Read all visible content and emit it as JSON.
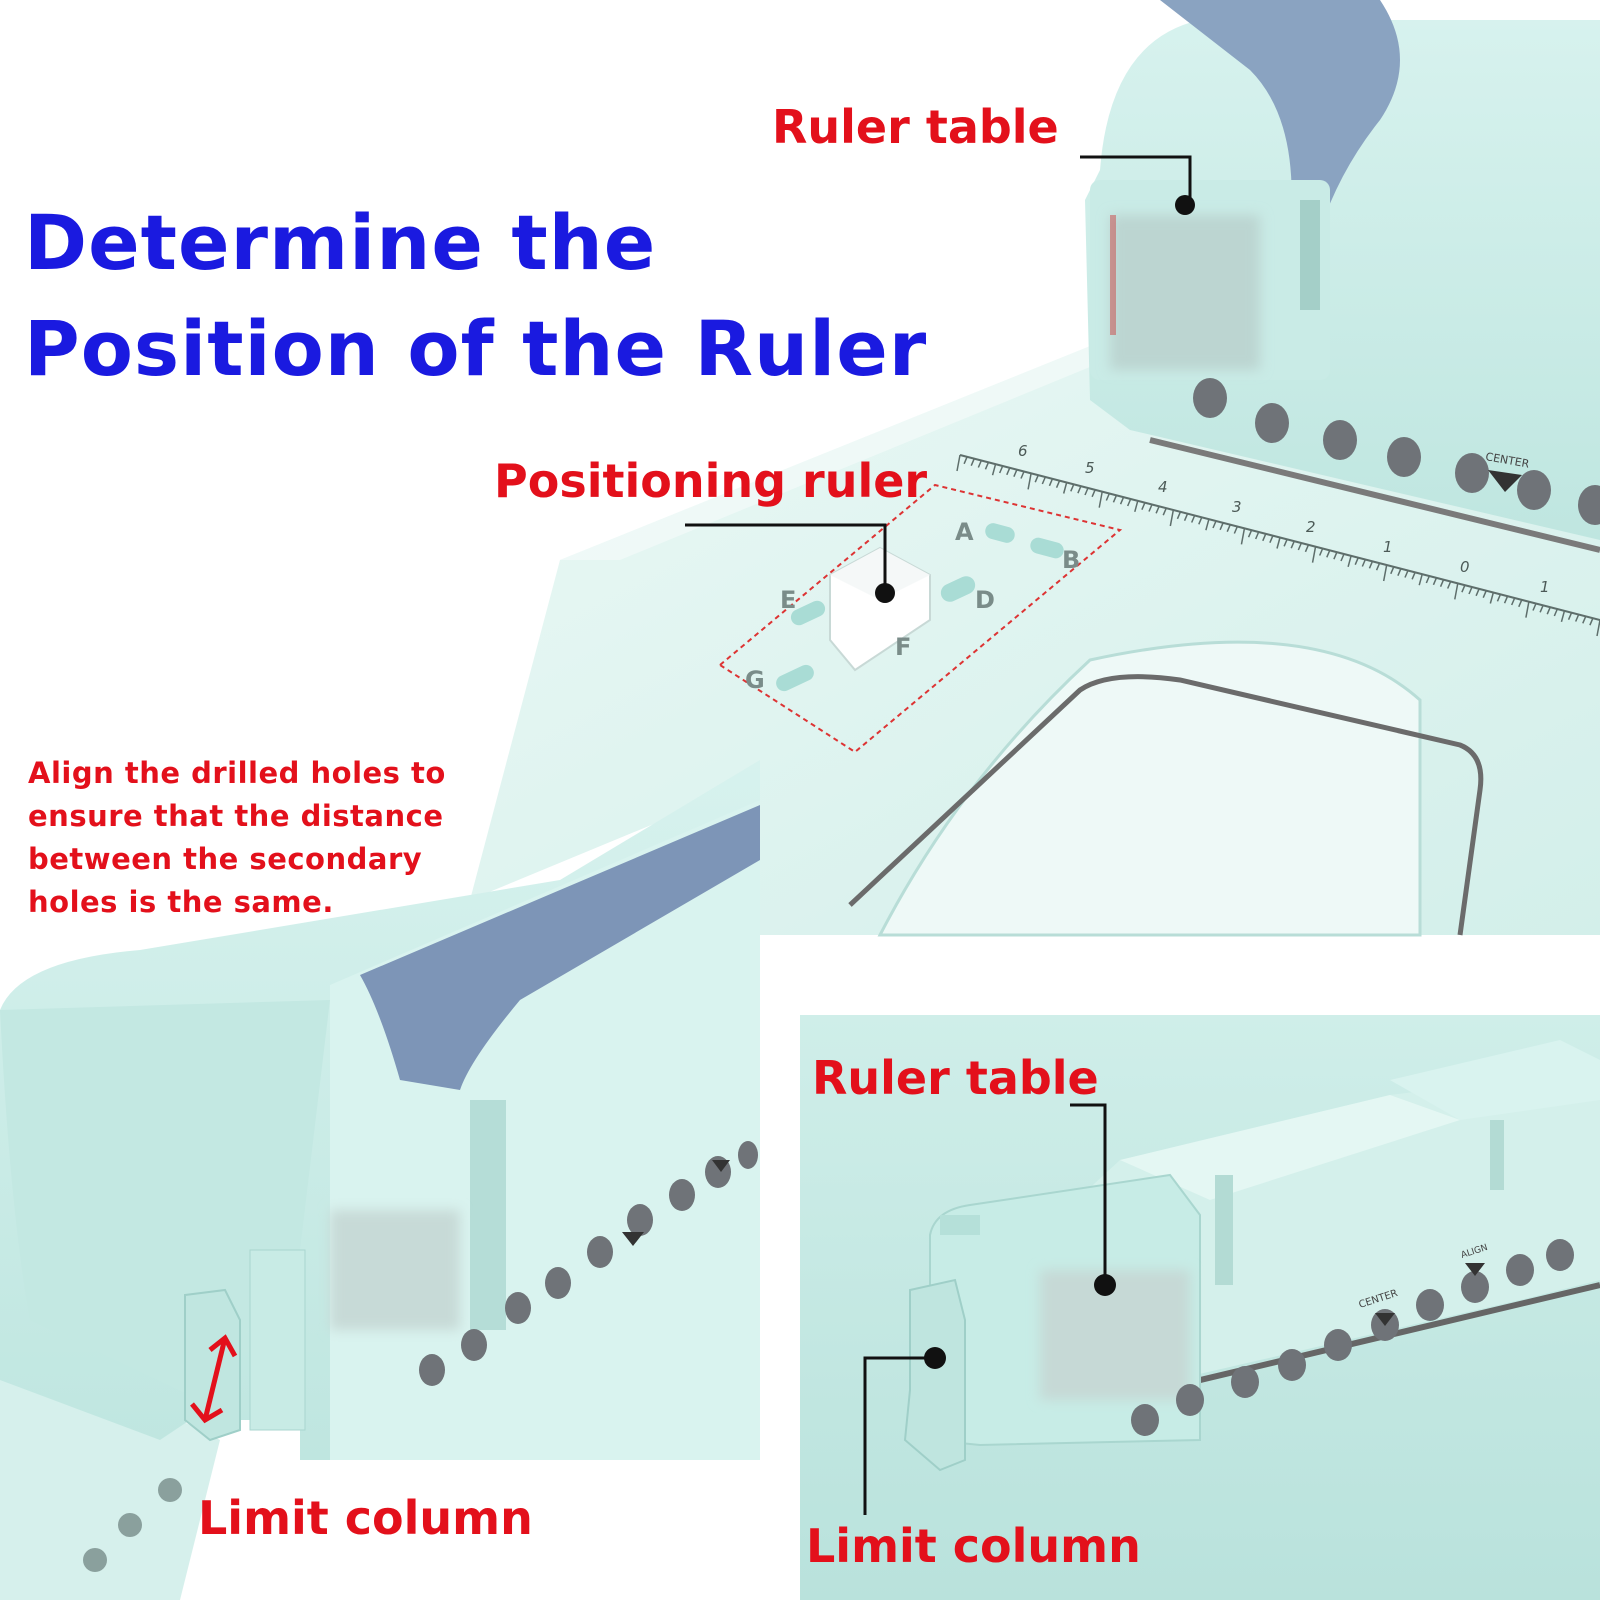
{
  "heading": {
    "line1": "Determine the",
    "line2": "Position of the Ruler"
  },
  "callouts": {
    "ruler_table_top": "Ruler table",
    "positioning_ruler": "Positioning ruler",
    "ruler_table_bottom": "Ruler table",
    "limit_column_left": "Limit column",
    "limit_column_right": "Limit column"
  },
  "note": {
    "lines": [
      "Align the drilled holes to",
      "ensure that the distance",
      "between the secondary",
      "holes is the same."
    ]
  },
  "ruler": {
    "numbers": [
      "6",
      "5",
      "4",
      "3",
      "2",
      "1",
      "0",
      "1"
    ],
    "slot_letters": [
      "A",
      "B",
      "E",
      "D",
      "F",
      "G"
    ],
    "center_mark": "CENTER",
    "align_mark": "ALIGN"
  },
  "colors": {
    "heading": "#1a1ae0",
    "callout": "#e3101b",
    "machine_body": "#cfeee8",
    "handle": "#7f97b8",
    "holes": "#6f7378"
  }
}
